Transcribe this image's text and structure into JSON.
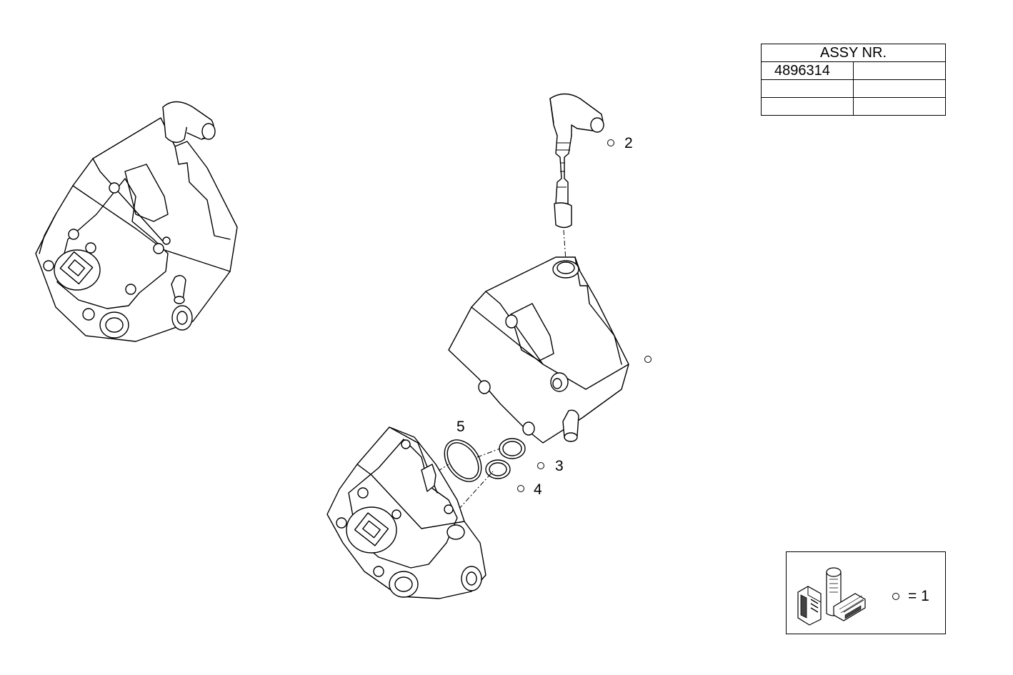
{
  "assy_table": {
    "header": "ASSY NR.",
    "rows": [
      [
        "4896314",
        ""
      ],
      [
        "",
        ""
      ],
      [
        "",
        ""
      ]
    ]
  },
  "callouts": [
    {
      "id": "2",
      "label": "2"
    },
    {
      "id": "3",
      "label": "3"
    },
    {
      "id": "4",
      "label": "4"
    },
    {
      "id": "5",
      "label": "5"
    }
  ],
  "legend": {
    "symbol": "circle-icon",
    "equals_text": "= 1",
    "books_icon": "manual-books-icon"
  }
}
